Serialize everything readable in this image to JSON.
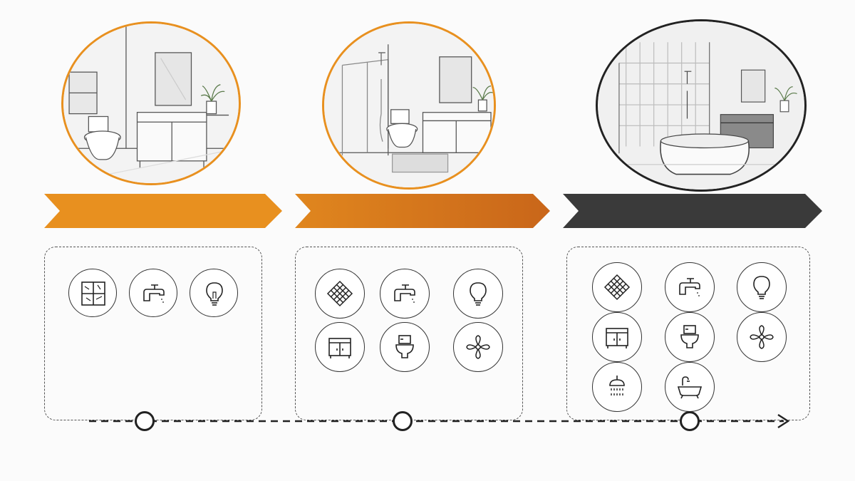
{
  "colors": {
    "accent_orange": "#e8901f",
    "accent_dark_orange": "#d4721a",
    "dark": "#3a3a3a",
    "line": "#222222"
  },
  "stages": [
    {
      "scene": "basic-bathroom-sketch",
      "ring_color": "#e8901f",
      "arrow_color": "#e8901f",
      "icons": [
        "tile-icon",
        "faucet-icon",
        "lightbulb-icon"
      ]
    },
    {
      "scene": "mid-range-bathroom-sketch",
      "ring_color": "#e8901f",
      "arrow_color": "#d4721a",
      "icons": [
        "tile-pattern-icon",
        "faucet-icon",
        "lightbulb-icon",
        "vanity-icon",
        "toilet-icon",
        "fan-icon"
      ]
    },
    {
      "scene": "luxury-bathroom-sketch",
      "ring_color": "#222222",
      "arrow_color": "#3a3a3a",
      "icons": [
        "tile-pattern-icon",
        "faucet-icon",
        "lightbulb-icon",
        "vanity-icon",
        "toilet-icon",
        "fan-icon",
        "shower-head-icon",
        "bathtub-icon"
      ]
    }
  ]
}
